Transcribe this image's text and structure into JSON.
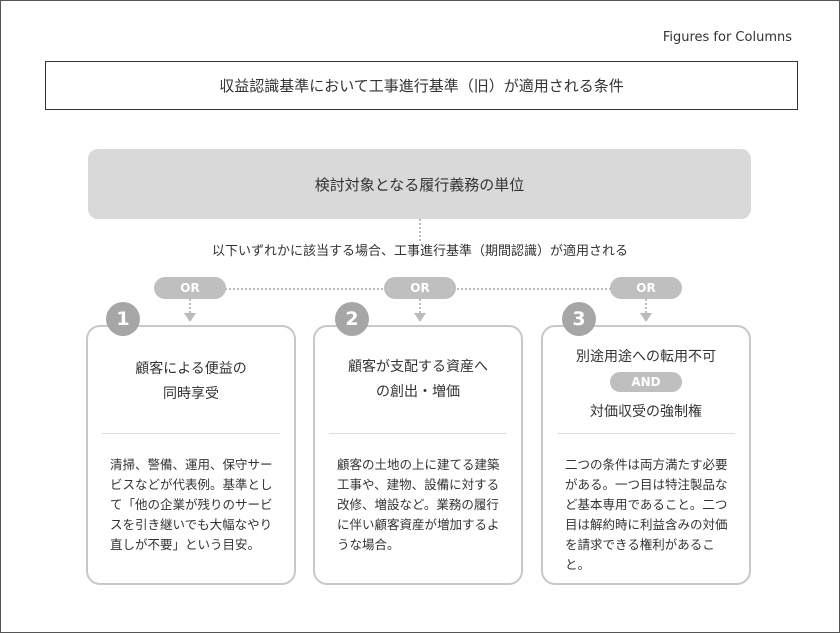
{
  "figure_label": "Figures for Columns",
  "title": "収益認識基準において工事進行基準（旧）が適用される条件",
  "unit_box": "検討対象となる履行義務の単位",
  "subtitle": "以下いずれかに該当する場合、工事進行基準（期間認識）が適用される",
  "or_label": "OR",
  "cards": [
    {
      "number": "1",
      "heading_lines": [
        "顧客による便益の",
        "同時享受"
      ],
      "body": "清掃、警備、運用、保守サービスなどが代表例。基準として「他の企業が残りのサービスを引き継いでも大幅なやり直しが不要」という目安。"
    },
    {
      "number": "2",
      "heading_lines": [
        "顧客が支配する資産へ",
        "の創出・増価"
      ],
      "body": "顧客の土地の上に建てる建築工事や、建物、設備に対する改修、増設など。業務の履行に伴い顧客資産が増加するような場合。"
    },
    {
      "number": "3",
      "heading_top": "別途用途への転用不可",
      "and_label": "AND",
      "heading_bottom": "対価収受の強制権",
      "body": "二つの条件は両方満たす必要がある。一つ目は特注製品など基本専用であること。二つ目は解約時に利益含みの対価を請求できる権利があること。"
    }
  ]
}
